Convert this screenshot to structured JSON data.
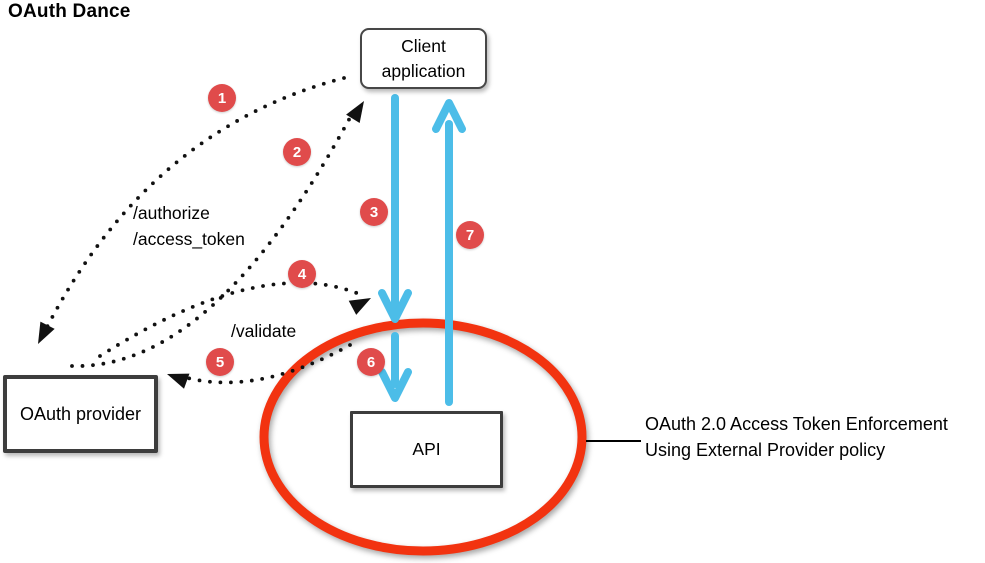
{
  "title": "OAuth Dance",
  "nodes": {
    "client": {
      "line1": "Client",
      "line2": "application"
    },
    "provider": {
      "label": "OAuth provider"
    },
    "api": {
      "label": "API"
    }
  },
  "endpoints": {
    "authorize": "/authorize",
    "access_token": "/access_token",
    "validate": "/validate"
  },
  "steps": [
    "1",
    "2",
    "3",
    "4",
    "5",
    "6",
    "7"
  ],
  "annotation": {
    "line1": "OAuth 2.0 Access Token Enforcement",
    "line2": "Using External Provider policy"
  },
  "colors": {
    "step_badge": "#e04b4b",
    "flow_arrow": "#4cbde8",
    "policy_ellipse": "#f23310",
    "dotted_line": "#111111"
  }
}
